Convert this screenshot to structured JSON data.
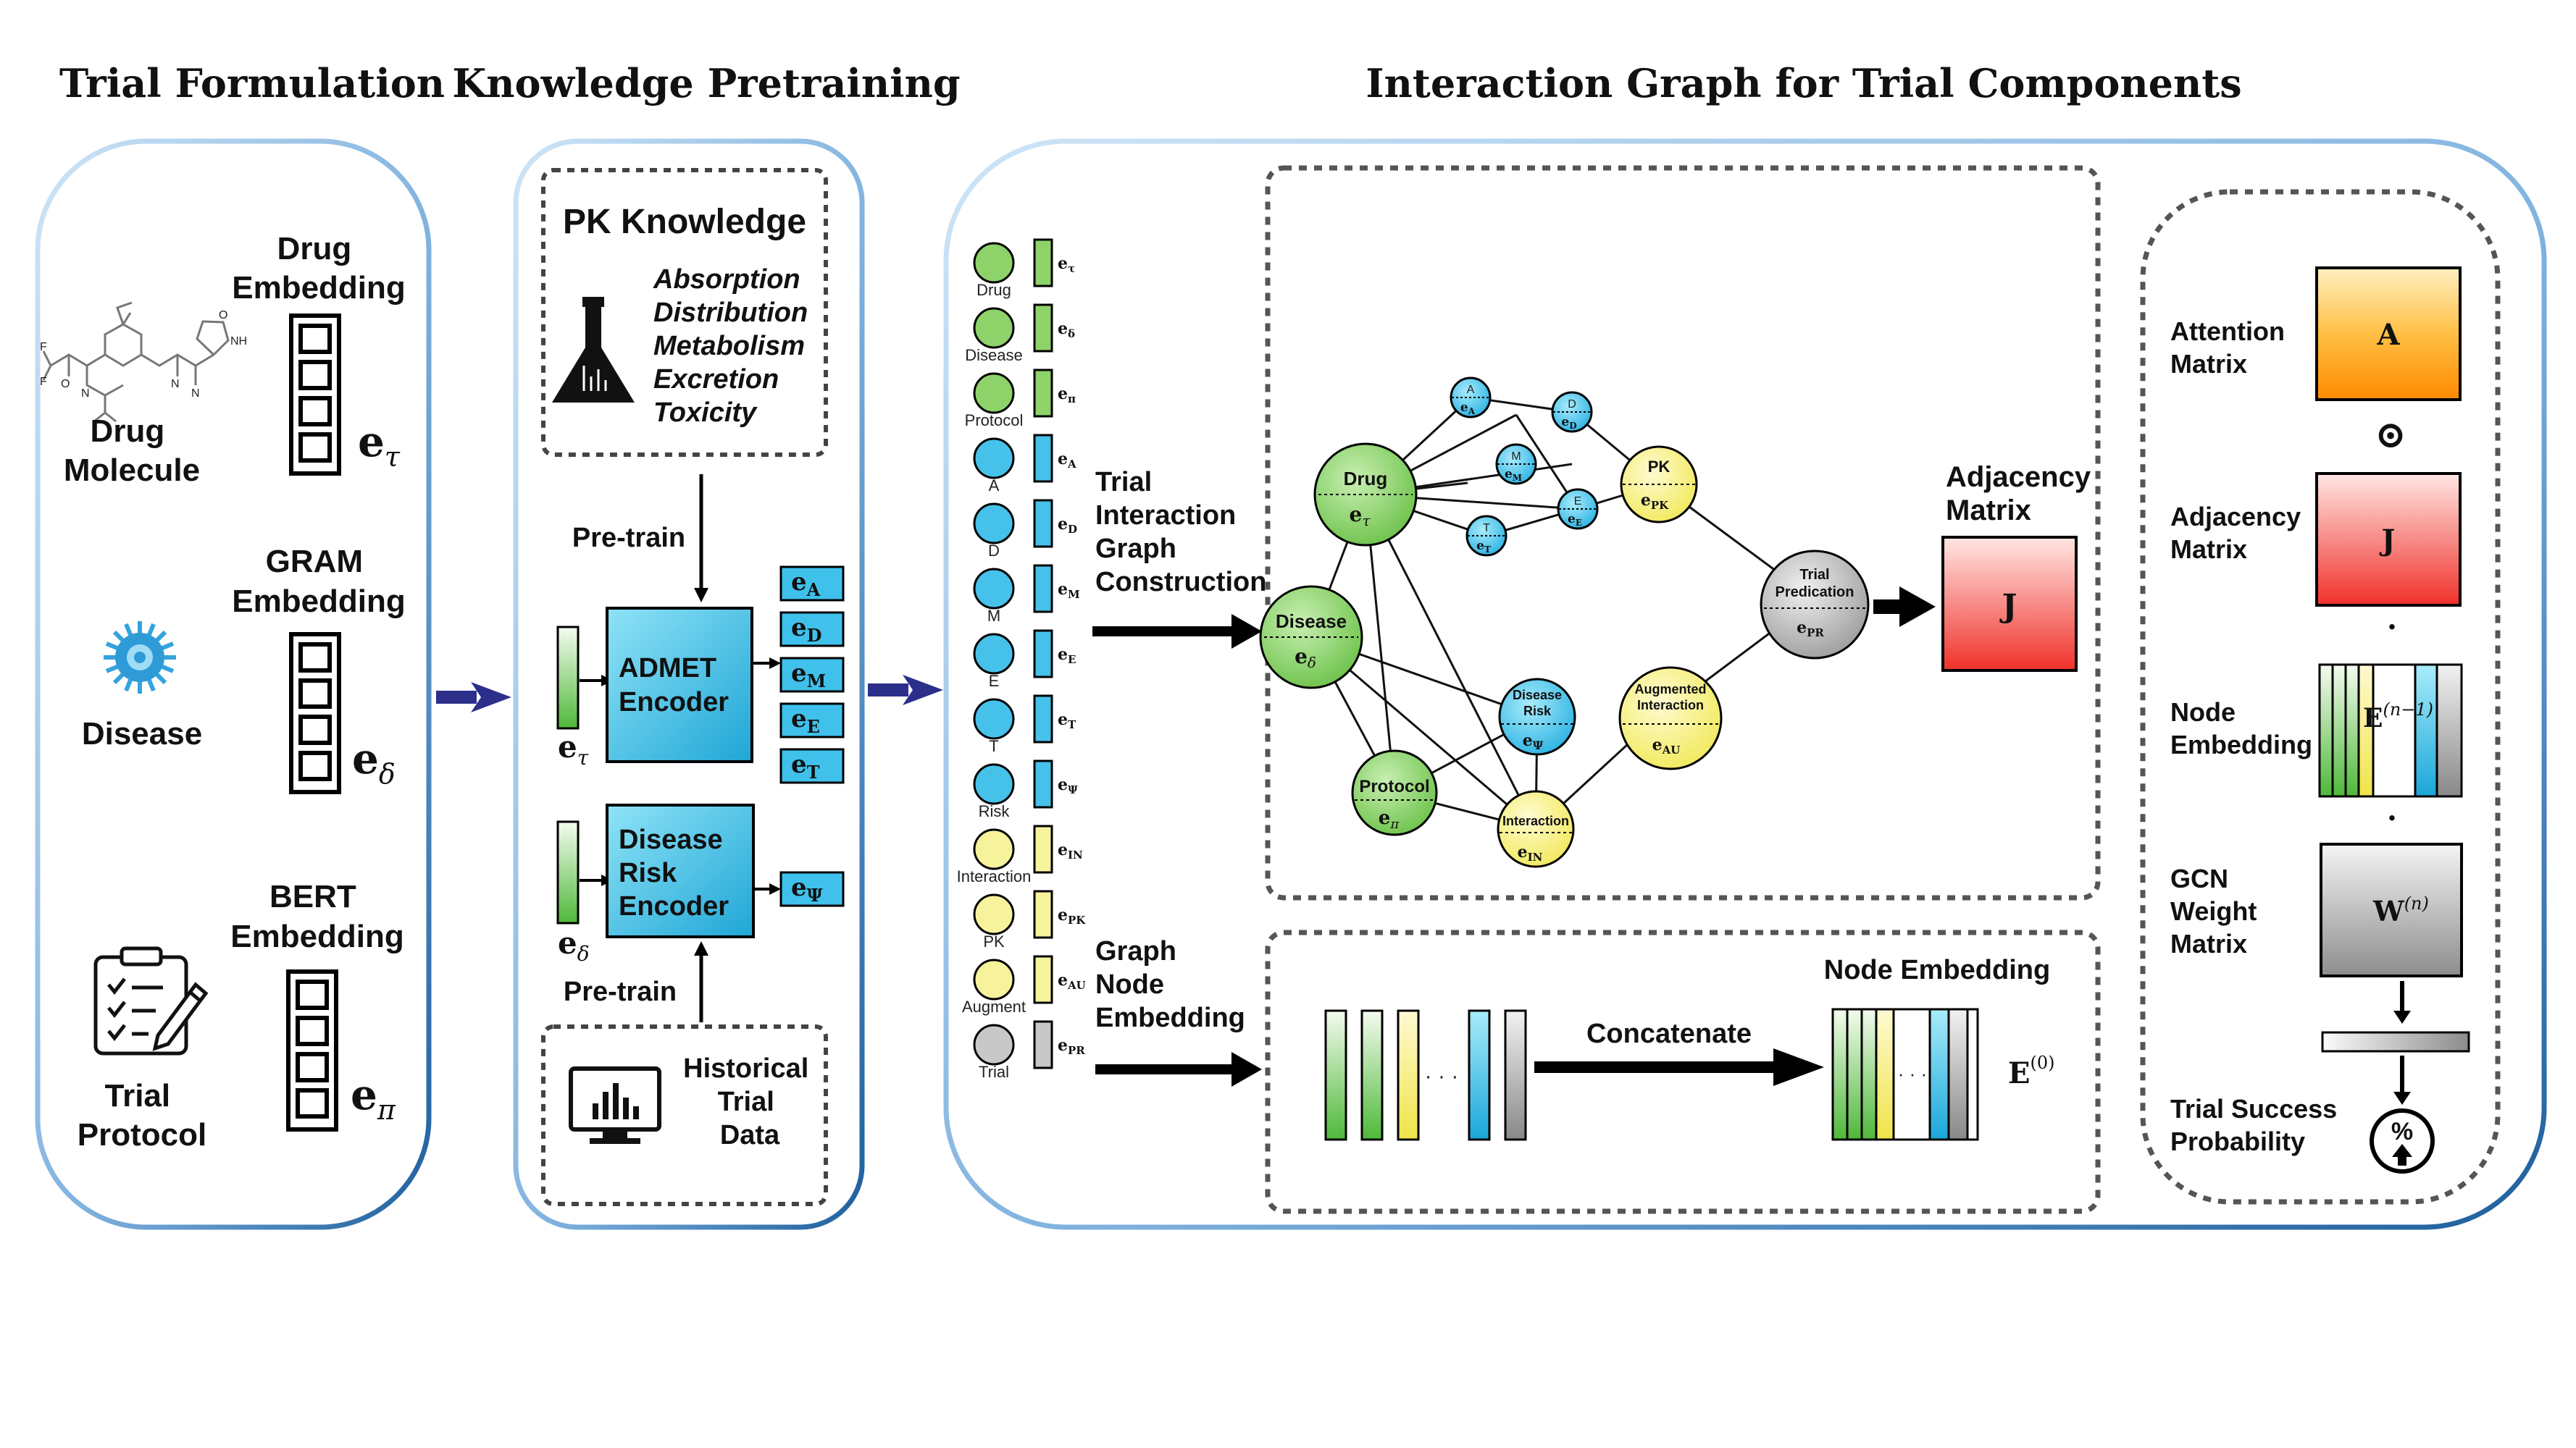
{
  "headings": {
    "trial_formulation": "Trial Formulation",
    "knowledge_pretraining": "Knowledge Pretraining",
    "interaction_graph": "Interaction Graph for Trial Components"
  },
  "panel1": {
    "drug_embedding": [
      "Drug",
      "Embedding"
    ],
    "drug_molecule": [
      "Drug",
      "Molecule"
    ],
    "gram_embedding": [
      "GRAM",
      "Embedding"
    ],
    "disease": "Disease",
    "bert_embedding": [
      "BERT",
      "Embedding"
    ],
    "trial_protocol": [
      "Trial",
      "Protocol"
    ],
    "e_tau": "e",
    "e_tau_sub": "τ",
    "e_delta": "e",
    "e_delta_sub": "δ",
    "e_pi": "e",
    "e_pi_sub": "π"
  },
  "panel2": {
    "pk_title": "PK Knowledge",
    "pk_items": [
      "Absorption",
      "Distribution",
      "Metabolism",
      "Excretion",
      "Toxicity"
    ],
    "pretrain_top": "Pre-train",
    "admet_encoder": [
      "ADMET",
      "Encoder"
    ],
    "admet_outputs": [
      {
        "base": "e",
        "sub": "A"
      },
      {
        "base": "e",
        "sub": "D"
      },
      {
        "base": "e",
        "sub": "M"
      },
      {
        "base": "e",
        "sub": "E"
      },
      {
        "base": "e",
        "sub": "T"
      }
    ],
    "disease_risk_encoder": [
      "Disease",
      "Risk",
      "Encoder"
    ],
    "risk_output": {
      "base": "e",
      "sub": "Ψ"
    },
    "pretrain_bottom": "Pre-train",
    "historical": [
      "Historical",
      "Trial",
      "Data"
    ],
    "e_tau_in": {
      "base": "e",
      "sub": "τ"
    },
    "e_delta_in": {
      "base": "e",
      "sub": "δ"
    }
  },
  "panel3": {
    "nodes": [
      {
        "name": "Drug",
        "emb": "τ",
        "color": "#8ed36a"
      },
      {
        "name": "Disease",
        "emb": "δ",
        "color": "#8ed36a"
      },
      {
        "name": "Protocol",
        "emb": "π",
        "color": "#8ed36a"
      },
      {
        "name": "A",
        "emb": "A",
        "color": "#46c1ea"
      },
      {
        "name": "D",
        "emb": "D",
        "color": "#46c1ea"
      },
      {
        "name": "M",
        "emb": "M",
        "color": "#46c1ea"
      },
      {
        "name": "E",
        "emb": "E",
        "color": "#46c1ea"
      },
      {
        "name": "T",
        "emb": "T",
        "color": "#46c1ea"
      },
      {
        "name": "Risk",
        "emb": "Ψ",
        "color": "#46c1ea"
      },
      {
        "name": "Interaction",
        "emb": "IN",
        "color": "#f7f29c"
      },
      {
        "name": "PK",
        "emb": "PK",
        "color": "#f7f29c"
      },
      {
        "name": "Augment",
        "emb": "AU",
        "color": "#f7f29c"
      },
      {
        "name": "Trial",
        "emb": "PR",
        "color": "#c8c8c8"
      }
    ],
    "trial_interaction_graph": [
      "Trial",
      "Interaction",
      "Graph",
      "Construction"
    ],
    "graph_node_embedding": [
      "Graph",
      "Node",
      "Embedding"
    ],
    "graph": {
      "drug": "Drug",
      "disease": "Disease",
      "protocol": "Protocol",
      "disease_risk": [
        "Disease",
        "Risk"
      ],
      "interaction": "Interaction",
      "pk": "PK",
      "augmented": [
        "Augmented",
        "Interaction"
      ],
      "trial_pred": [
        "Trial",
        "Predication"
      ],
      "small": [
        "A",
        "D",
        "M",
        "E",
        "T"
      ],
      "emb_drug": "τ",
      "emb_disease": "δ",
      "emb_protocol": "π",
      "emb_risk": "Ψ",
      "emb_interaction": "IN",
      "emb_pk": "PK",
      "emb_aug": "AU",
      "emb_pred": "PR"
    },
    "adjacency_matrix": [
      "Adjacency",
      "Matrix"
    ],
    "adj_symbol": "J",
    "concatenate": "Concatenate",
    "node_embedding": "Node Embedding",
    "e0": "E",
    "e0_sup": "(0)",
    "ellipsis": "· · ·"
  },
  "panel4": {
    "attention": [
      "Attention",
      "Matrix"
    ],
    "attention_symbol": "A",
    "odot": "⊙",
    "adjacency": [
      "Adjacency",
      "Matrix"
    ],
    "adjacency_symbol": "J",
    "dot": "·",
    "node_embedding": [
      "Node",
      "Embedding"
    ],
    "node_symbol": "E",
    "node_sup": "(n−1)",
    "gcn": [
      "GCN",
      "Weight",
      "Matrix"
    ],
    "gcn_symbol": "W",
    "gcn_sup": "(n)",
    "trial_success": [
      "Trial Success",
      "Probability"
    ],
    "percent": "%"
  },
  "colors": {
    "frame_blue": "#2166ac",
    "frame_light": "#a9d0ef",
    "green": "#8ed36a",
    "cyan": "#46c1ea",
    "yellow": "#f7f29c",
    "grey": "#c8c8c8",
    "arrow_navy": "#2b2f8a"
  }
}
